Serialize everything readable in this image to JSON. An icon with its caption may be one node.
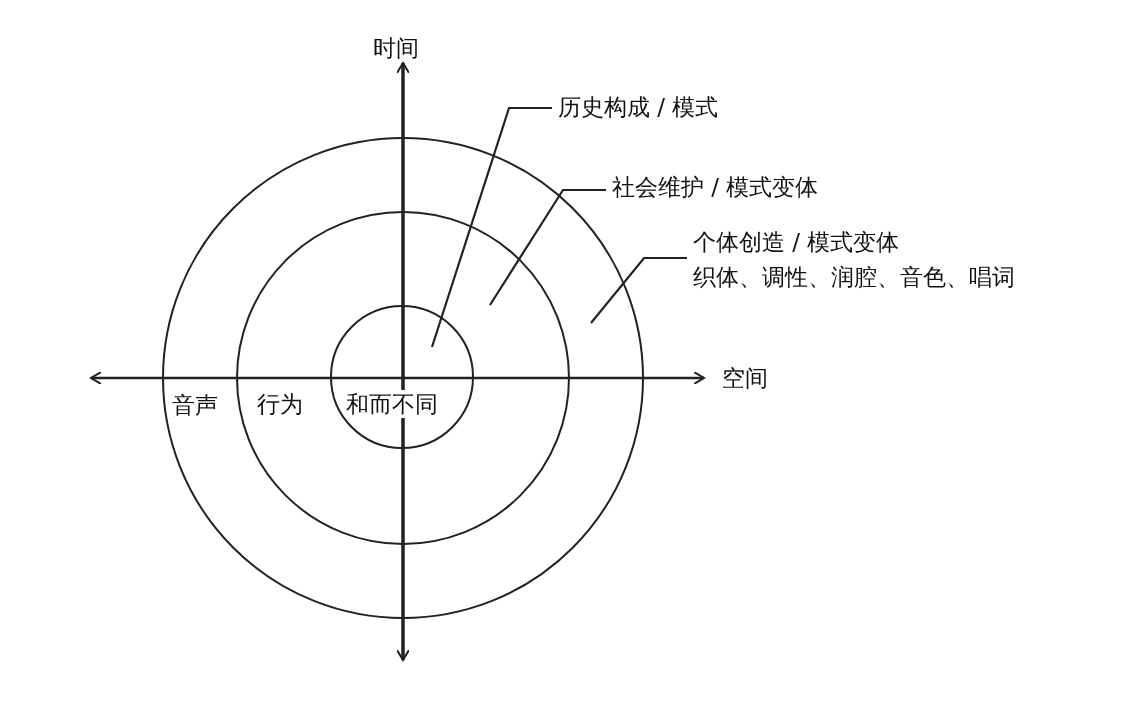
{
  "diagram": {
    "nodes": [
      {
        "text": [
          "音声"
        ]
      },
      {
        "text": [
          "行为"
        ],
        "in": 0
      },
      {
        "text": [
          "和而不同"
        ],
        "in": 1
      },
      {
        "text": [
          "历史构成 / 模式"
        ]
      },
      {
        "text": [
          "社会维护 / 模式变体"
        ]
      },
      {
        "text": [
          "个体创造 / 模式变体",
          "织体、调性、润腔、音色、唱词"
        ]
      }
    ],
    "edges": [
      {
        "from": 3,
        "to": 2,
        "arrow": "none"
      },
      {
        "from": 4,
        "to": 1,
        "arrow": "none"
      },
      {
        "from": 5,
        "to": 0,
        "arrow": "none"
      }
    ],
    "labels": [
      "时间",
      "空间"
    ]
  }
}
